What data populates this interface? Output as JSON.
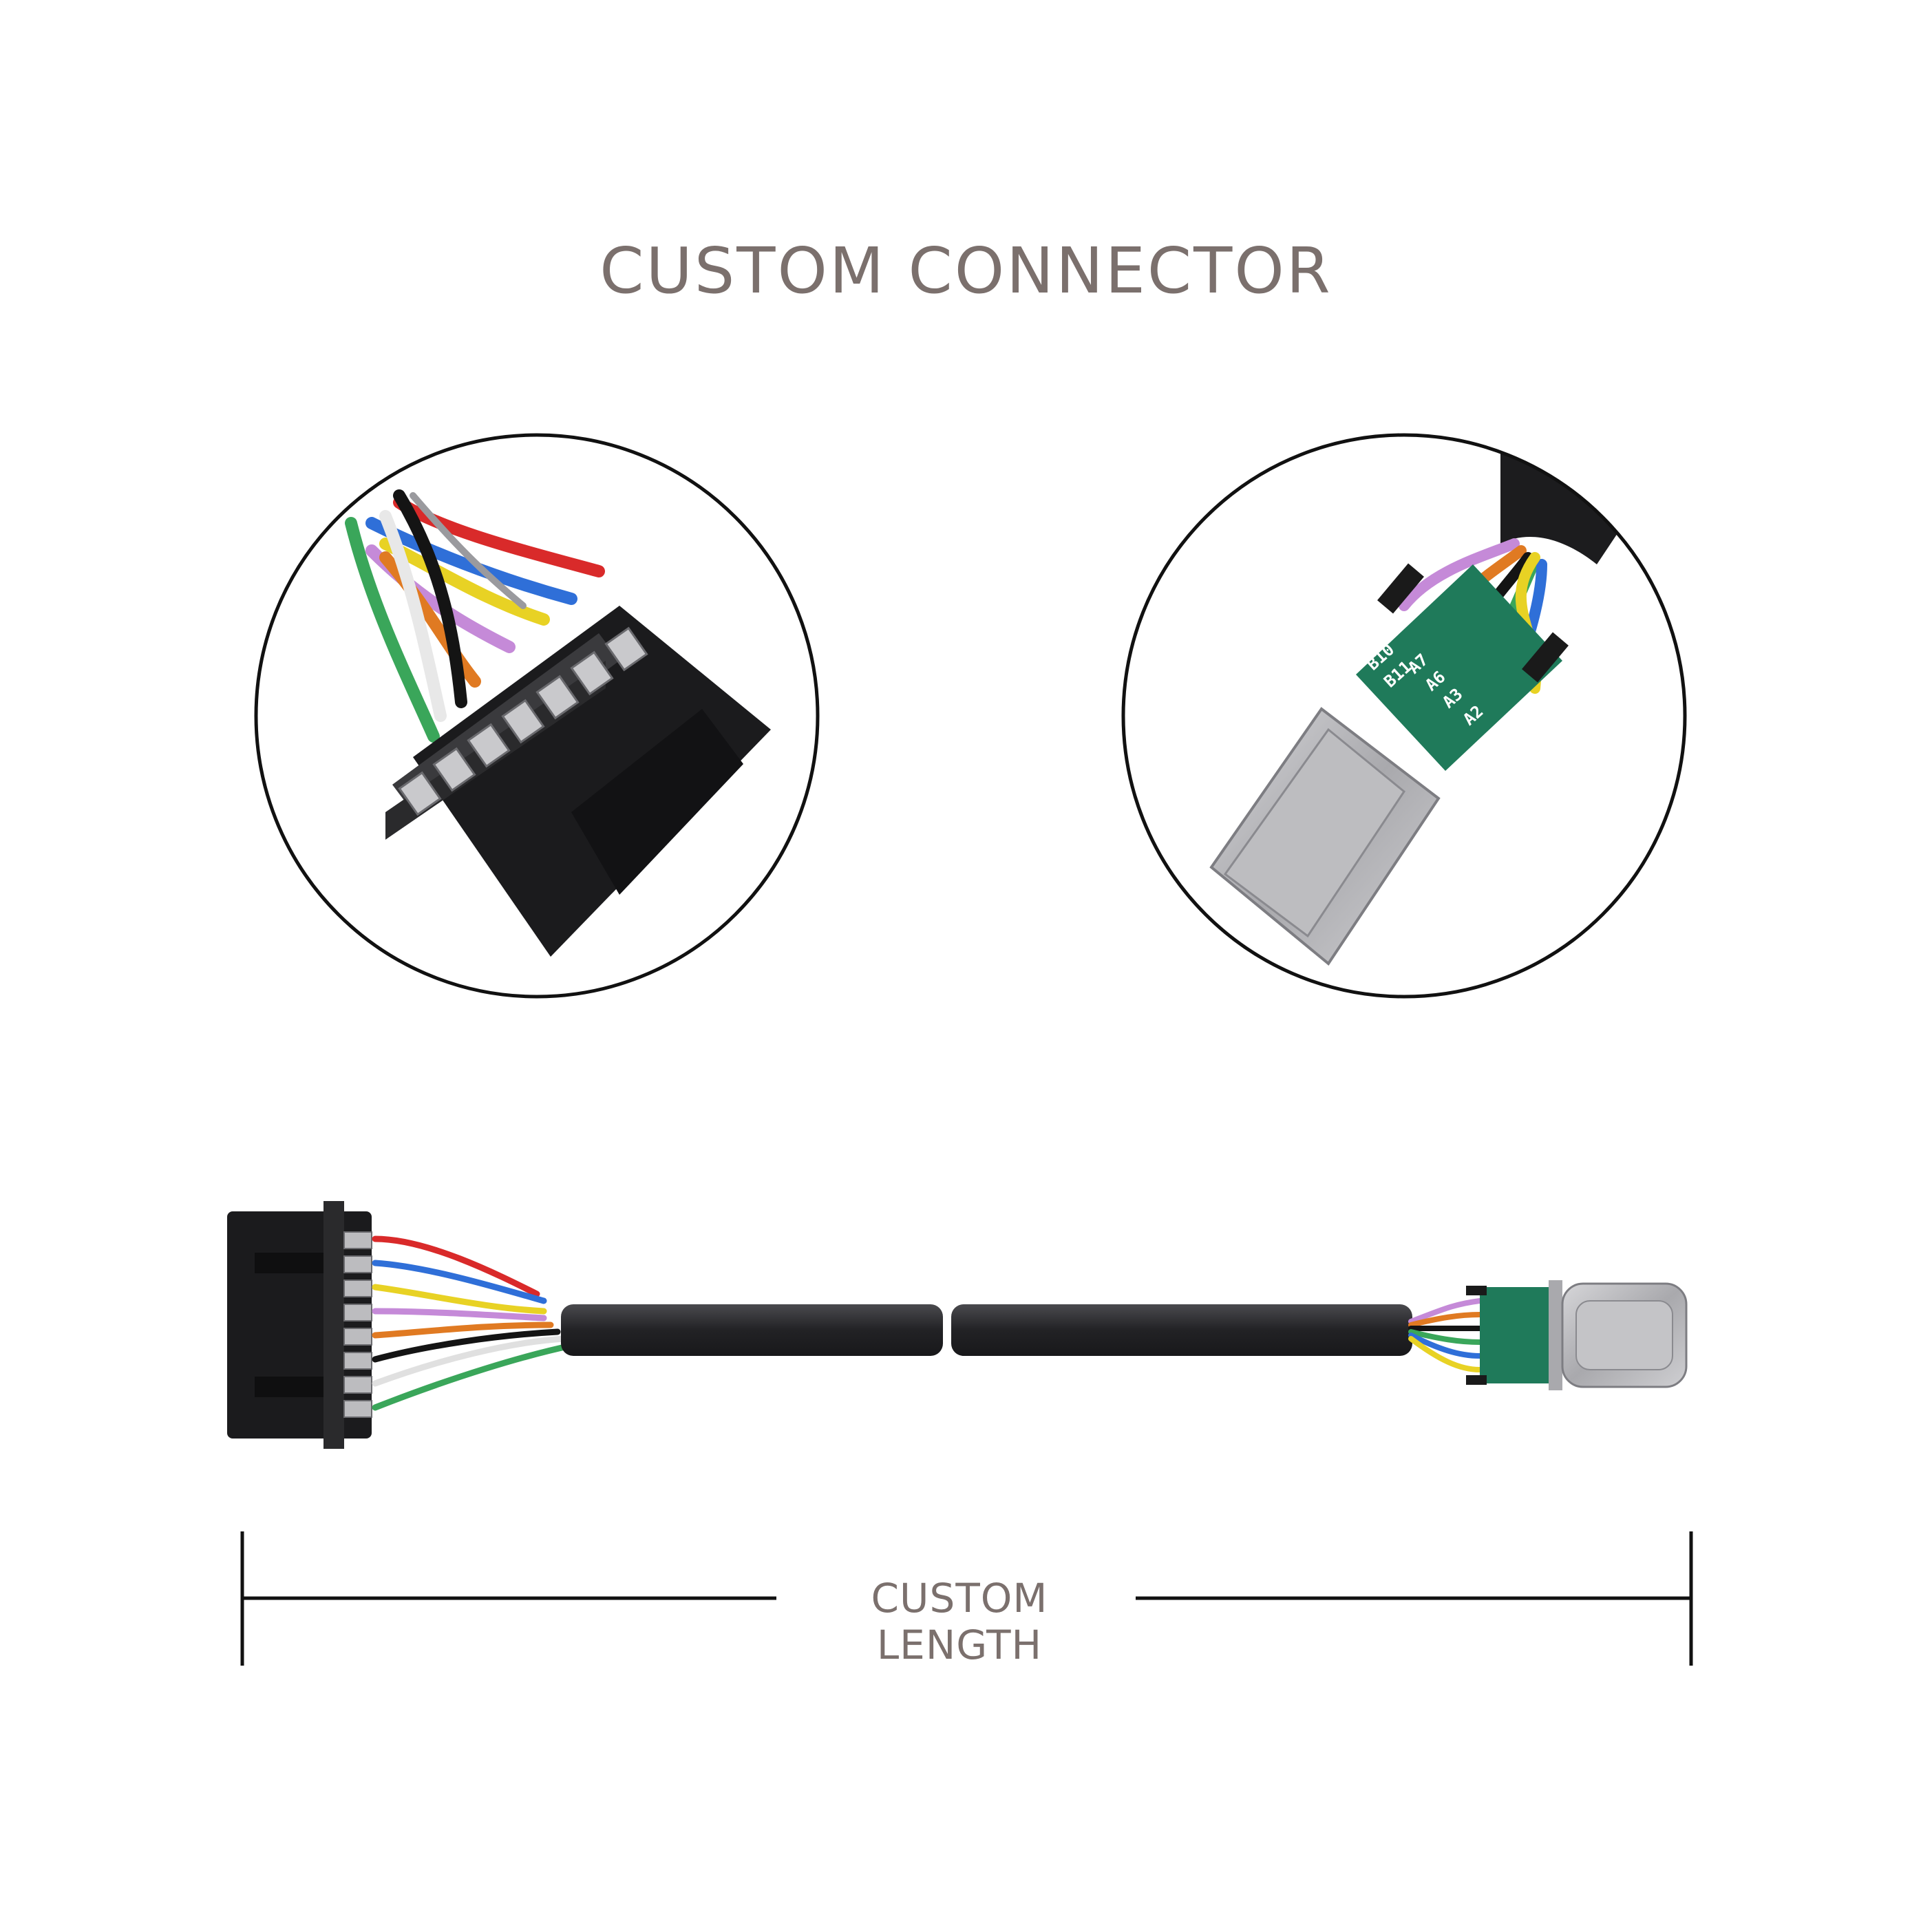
{
  "heading": {
    "title": "CUSTOM CONNECTOR"
  },
  "dimension": {
    "label": "CUSTOM LENGTH"
  },
  "pcb_labels": [
    "B10",
    "B11",
    "A7",
    "A6",
    "A3",
    "A2"
  ],
  "colors": {
    "text": "#7b706d",
    "outline": "#111111",
    "housing": "#1b1b1d",
    "cable": "#2a2a2d",
    "pcb": "#1f7a5a",
    "metal": "#b9b9bc",
    "wires": [
      "#d92a2a",
      "#2f6fd8",
      "#e8d224",
      "#c58ad8",
      "#e07a22",
      "#141414",
      "#f4f4f4",
      "#3aa65a"
    ]
  }
}
